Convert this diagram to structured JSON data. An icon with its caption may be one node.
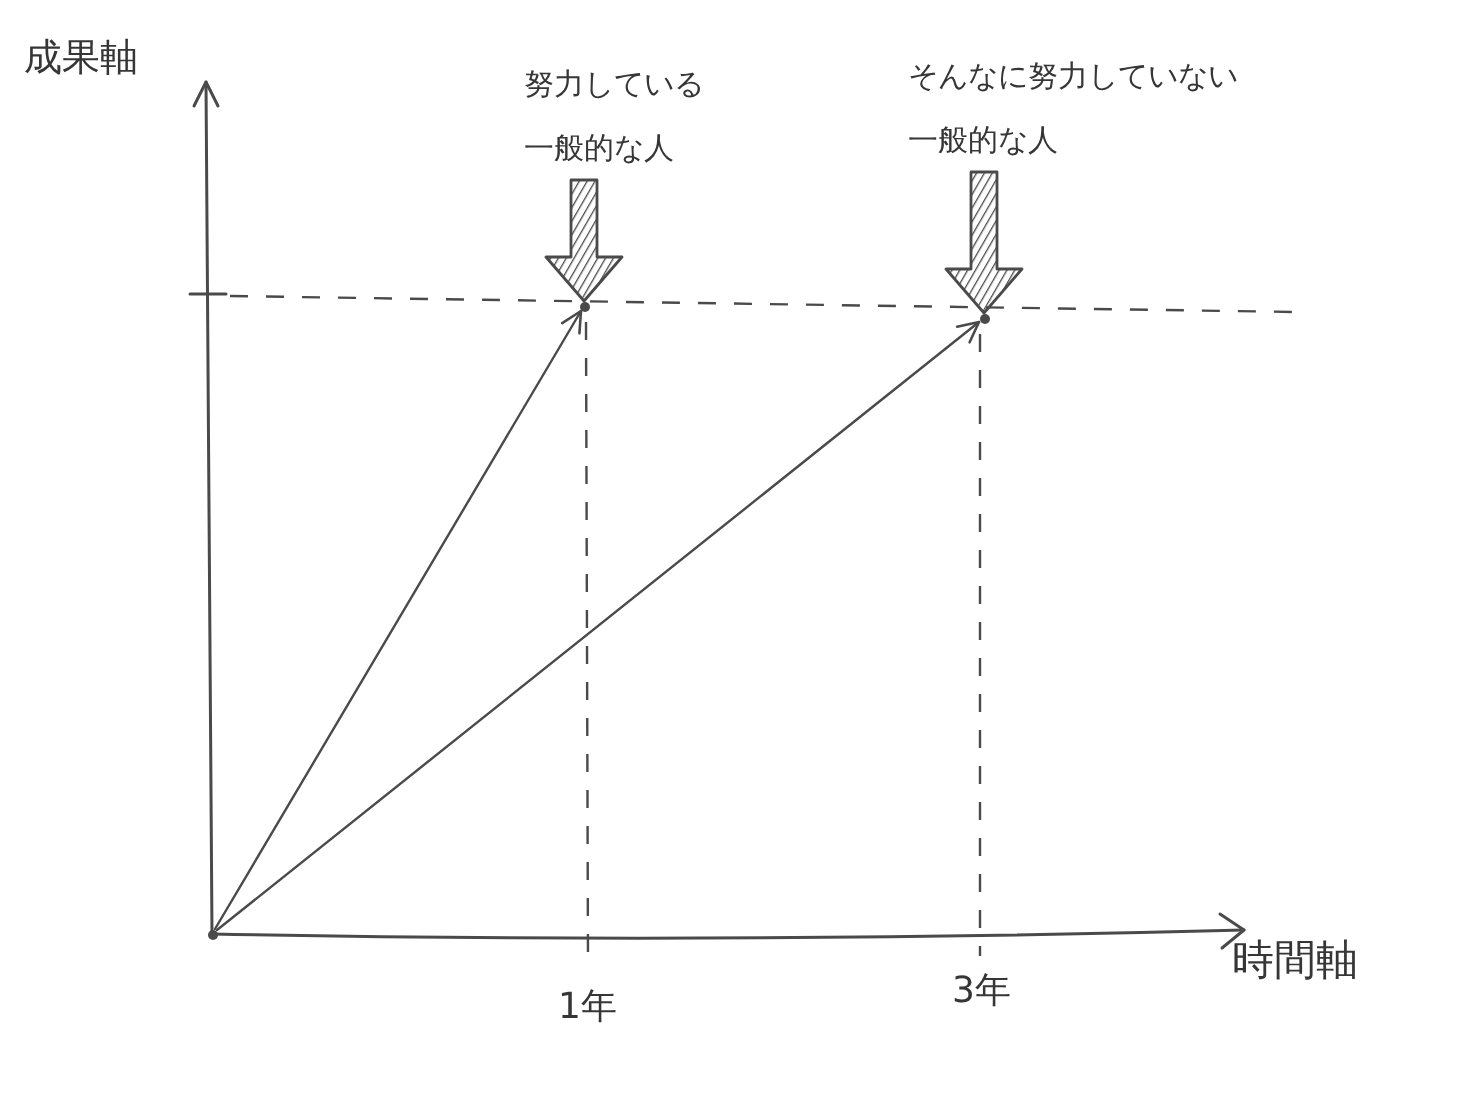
{
  "diagram": {
    "nodes": [
      {
        "text": [
          "努力している一般的な人"
        ]
      },
      {
        "text": [
          "そんなに努力していない一般的な人"
        ]
      },
      {
        "text": [],
        "shape": "point"
      },
      {
        "text": [],
        "shape": "point"
      },
      {
        "text": [],
        "shape": "point"
      }
    ],
    "edges": [
      {
        "from": 4,
        "to": 2,
        "arrow": "to"
      },
      {
        "from": 4,
        "to": 3,
        "arrow": "to"
      },
      {
        "from": 0,
        "to": 2,
        "arrow": "to",
        "style": "thick"
      },
      {
        "from": 1,
        "to": 3,
        "arrow": "to",
        "style": "thick"
      }
    ],
    "labels": [
      "成果軸",
      "時間軸",
      "1年",
      "3年"
    ]
  }
}
